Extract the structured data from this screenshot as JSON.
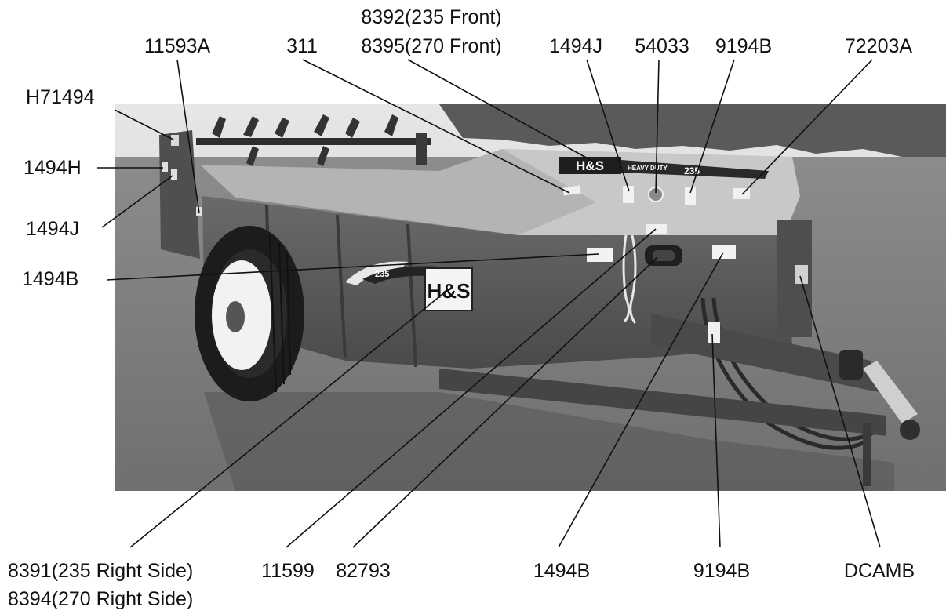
{
  "labels": {
    "top_11593A": "11593A",
    "top_311": "311",
    "top_8392": "8392(235 Front)",
    "top_8395": "8395(270 Front)",
    "top_1494J": "1494J",
    "top_54033": "54033",
    "top_9194B": "9194B",
    "top_72203A": "72203A",
    "left_H71494": "H71494",
    "left_1494H": "1494H",
    "left_1494J": "1494J",
    "left_1494B": "1494B",
    "bottom_8391": "8391(235 Right Side)",
    "bottom_8394": "8394(270 Right Side)",
    "bottom_11599": "11599",
    "bottom_82793": "82793",
    "bottom_1494B": "1494B",
    "bottom_9194B": "9194B",
    "bottom_DCAMB": "DCAMB"
  },
  "machine_markings": {
    "brand": "H&S",
    "heavy_duty": "HEAVY DUTY",
    "model": "235"
  }
}
